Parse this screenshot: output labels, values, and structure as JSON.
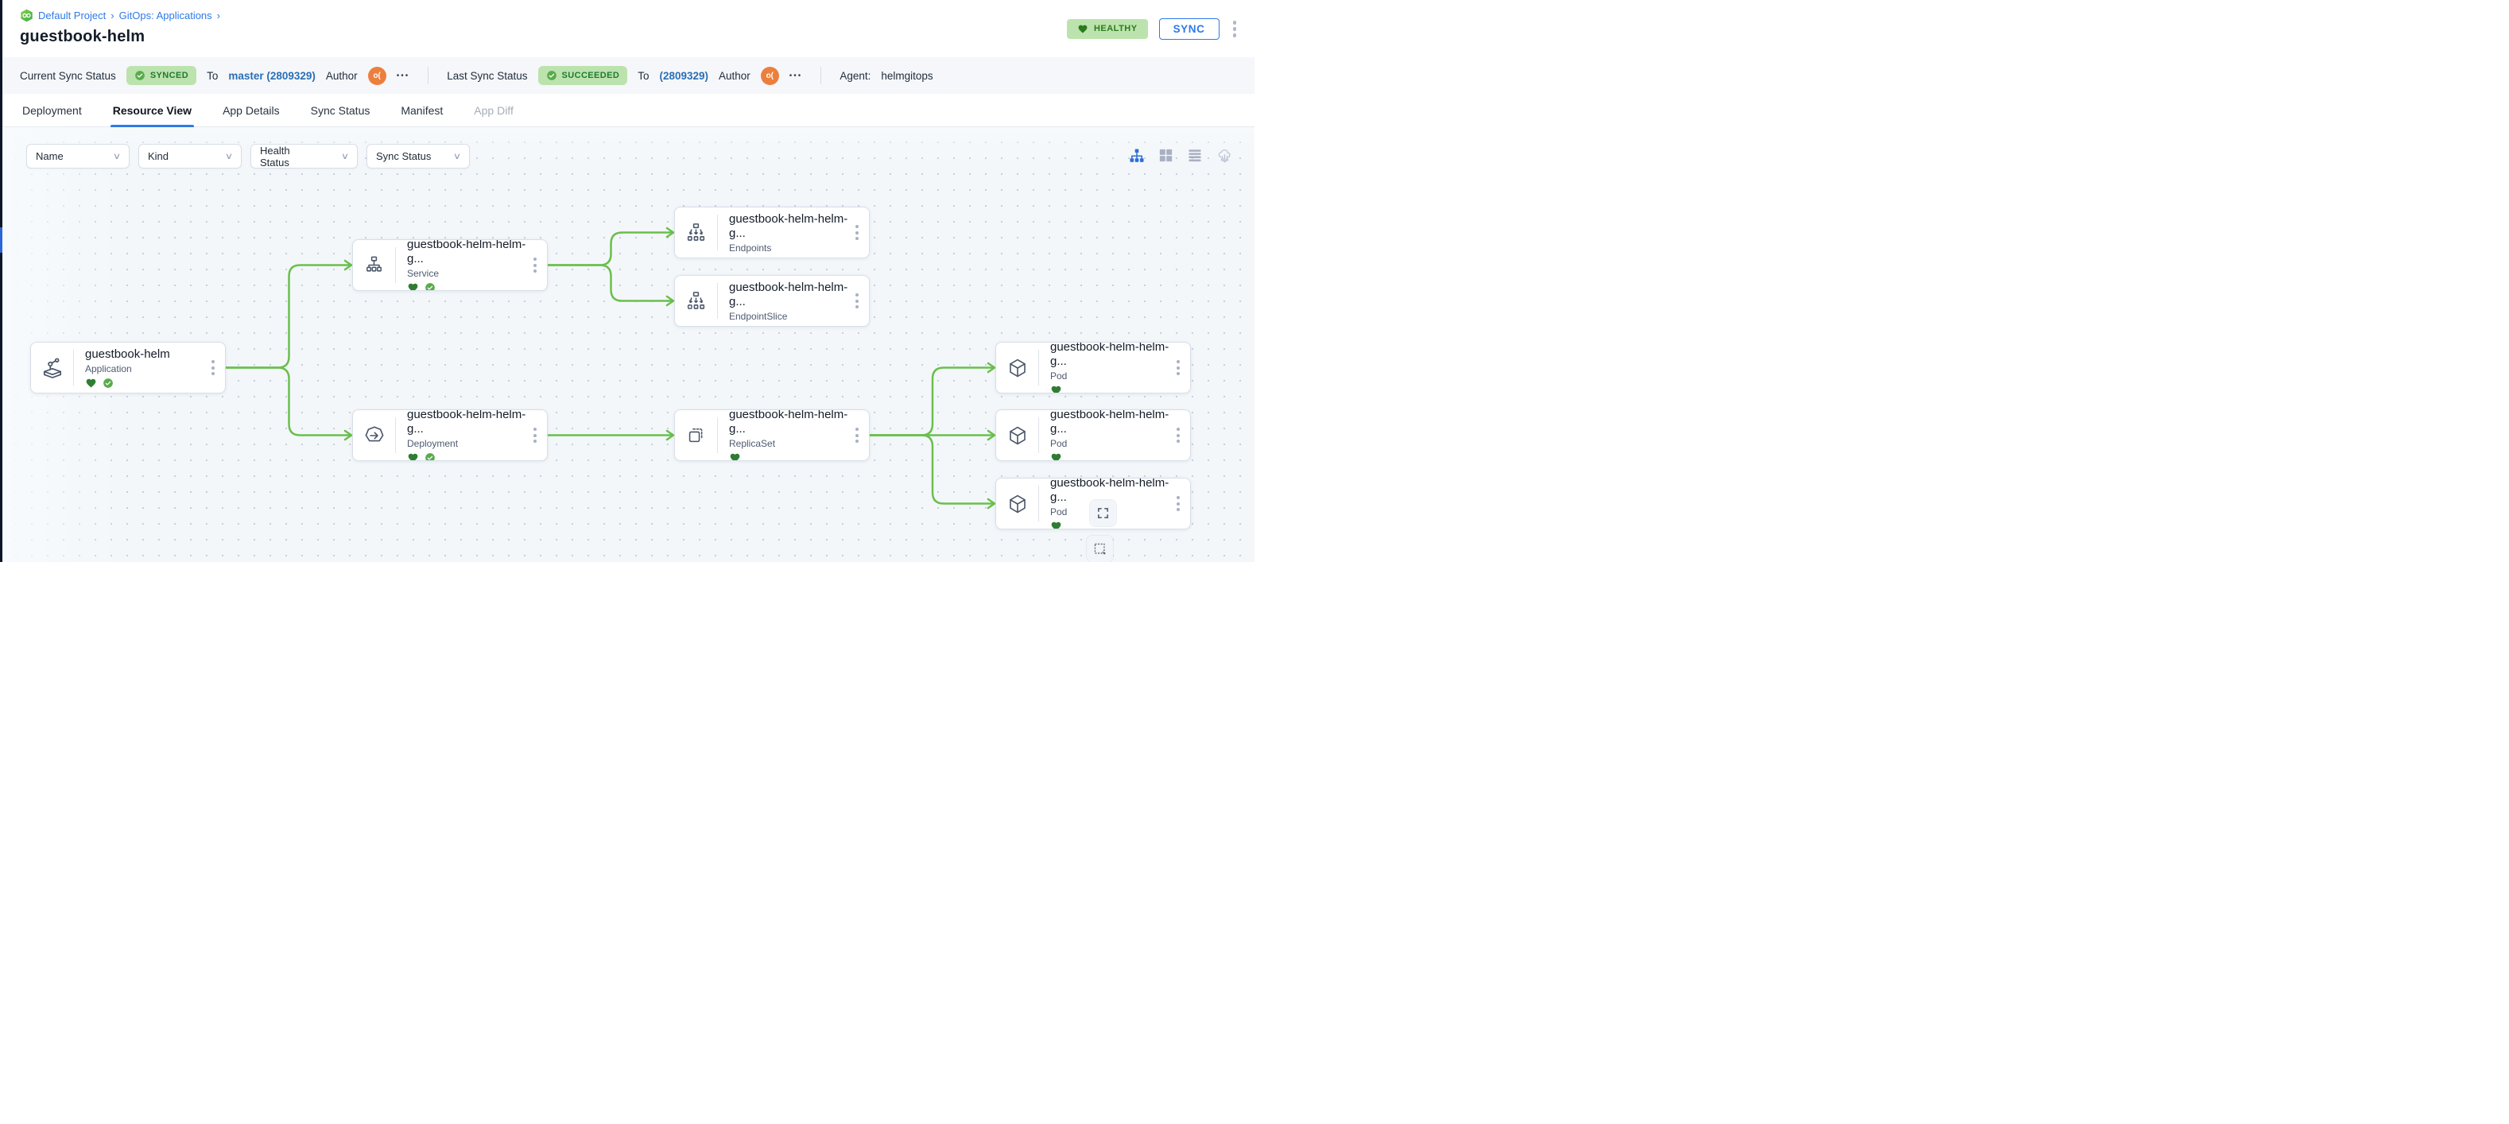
{
  "breadcrumb": {
    "logo": "codefresh-logo",
    "items": [
      {
        "label": "Default Project"
      },
      {
        "label": "GitOps: Applications"
      }
    ],
    "separator": "›"
  },
  "page_title": "guestbook-helm",
  "header": {
    "health_badge": "HEALTHY",
    "sync_button": "SYNC"
  },
  "status_bar": {
    "current_sync": {
      "label": "Current Sync Status",
      "badge": "SYNCED",
      "to": "To",
      "revision": "master (2809329)",
      "author": "Author",
      "avatar": "o(",
      "more": "•••"
    },
    "last_sync": {
      "label": "Last Sync Status",
      "badge": "SUCCEEDED",
      "to": "To",
      "revision": "(2809329)",
      "author": "Author",
      "avatar": "o(",
      "more": "•••"
    },
    "agent": {
      "label": "Agent:",
      "value": "helmgitops"
    }
  },
  "tabs": [
    {
      "label": "Deployment",
      "state": "normal"
    },
    {
      "label": "Resource View",
      "state": "active"
    },
    {
      "label": "App Details",
      "state": "normal"
    },
    {
      "label": "Sync Status",
      "state": "normal"
    },
    {
      "label": "Manifest",
      "state": "normal"
    },
    {
      "label": "App Diff",
      "state": "disabled"
    }
  ],
  "filters": [
    {
      "label": "Name"
    },
    {
      "label": "Kind"
    },
    {
      "label": "Health Status"
    },
    {
      "label": "Sync Status"
    }
  ],
  "view_toggles": [
    {
      "name": "tree-view",
      "active": true
    },
    {
      "name": "grid-view",
      "active": false
    },
    {
      "name": "list-view",
      "active": false
    },
    {
      "name": "cloud-view",
      "active": false
    }
  ],
  "graph": {
    "nodes": [
      {
        "id": "app",
        "title": "guestbook-helm",
        "kind": "Application",
        "icon": "application-icon",
        "statuses": [
          "healthy",
          "synced"
        ]
      },
      {
        "id": "svc",
        "title": "guestbook-helm-helm-g...",
        "kind": "Service",
        "icon": "service-icon",
        "statuses": [
          "healthy",
          "synced"
        ]
      },
      {
        "id": "ep",
        "title": "guestbook-helm-helm-g...",
        "kind": "Endpoints",
        "icon": "endpoints-icon",
        "statuses": []
      },
      {
        "id": "eps",
        "title": "guestbook-helm-helm-g...",
        "kind": "EndpointSlice",
        "icon": "endpointslice-icon",
        "statuses": []
      },
      {
        "id": "dep",
        "title": "guestbook-helm-helm-g...",
        "kind": "Deployment",
        "icon": "deployment-icon",
        "statuses": [
          "healthy",
          "synced"
        ]
      },
      {
        "id": "rs",
        "title": "guestbook-helm-helm-g...",
        "kind": "ReplicaSet",
        "icon": "replicaset-icon",
        "statuses": [
          "healthy"
        ]
      },
      {
        "id": "pod1",
        "title": "guestbook-helm-helm-g...",
        "kind": "Pod",
        "icon": "pod-icon",
        "statuses": [
          "healthy"
        ]
      },
      {
        "id": "pod2",
        "title": "guestbook-helm-helm-g...",
        "kind": "Pod",
        "icon": "pod-icon",
        "statuses": [
          "healthy"
        ]
      },
      {
        "id": "pod3",
        "title": "guestbook-helm-helm-g...",
        "kind": "Pod",
        "icon": "pod-icon",
        "statuses": [
          "healthy"
        ]
      }
    ],
    "edges": [
      [
        "app",
        "svc"
      ],
      [
        "app",
        "dep"
      ],
      [
        "svc",
        "ep"
      ],
      [
        "svc",
        "eps"
      ],
      [
        "dep",
        "rs"
      ],
      [
        "rs",
        "pod1"
      ],
      [
        "rs",
        "pod2"
      ],
      [
        "rs",
        "pod3"
      ]
    ]
  },
  "colors": {
    "accent_blue": "#2e7ae9",
    "link_blue": "#2b6fb5",
    "edge_green": "#6abf4c",
    "healthy_green": "#2e7d32",
    "synced_green": "#58ab4c",
    "badge_bg_green": "#bce3ad",
    "badge_text_green": "#1f7a2e",
    "avatar_orange": "#ec7f3d"
  }
}
